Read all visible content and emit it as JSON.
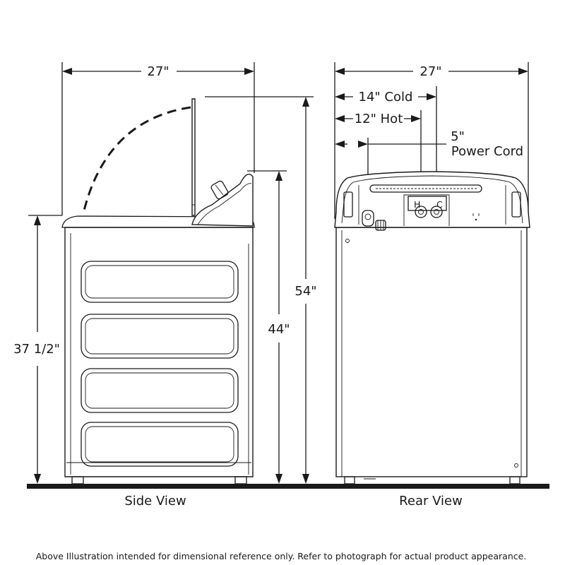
{
  "side_view": {
    "label": "Side View",
    "width": "27\"",
    "height_cabinet": "37 1/2\"",
    "height_console": "44\"",
    "height_lid_open": "54\""
  },
  "rear_view": {
    "label": "Rear View",
    "width": "27\"",
    "cold": "14\" Cold",
    "hot": "12\" Hot",
    "cord_line1": "5\"",
    "cord_line2": "Power Cord",
    "hot_mark": "H",
    "cold_mark": "C"
  },
  "footnote": "Above Illustration intended for dimensional reference only. Refer to photograph for actual product appearance."
}
